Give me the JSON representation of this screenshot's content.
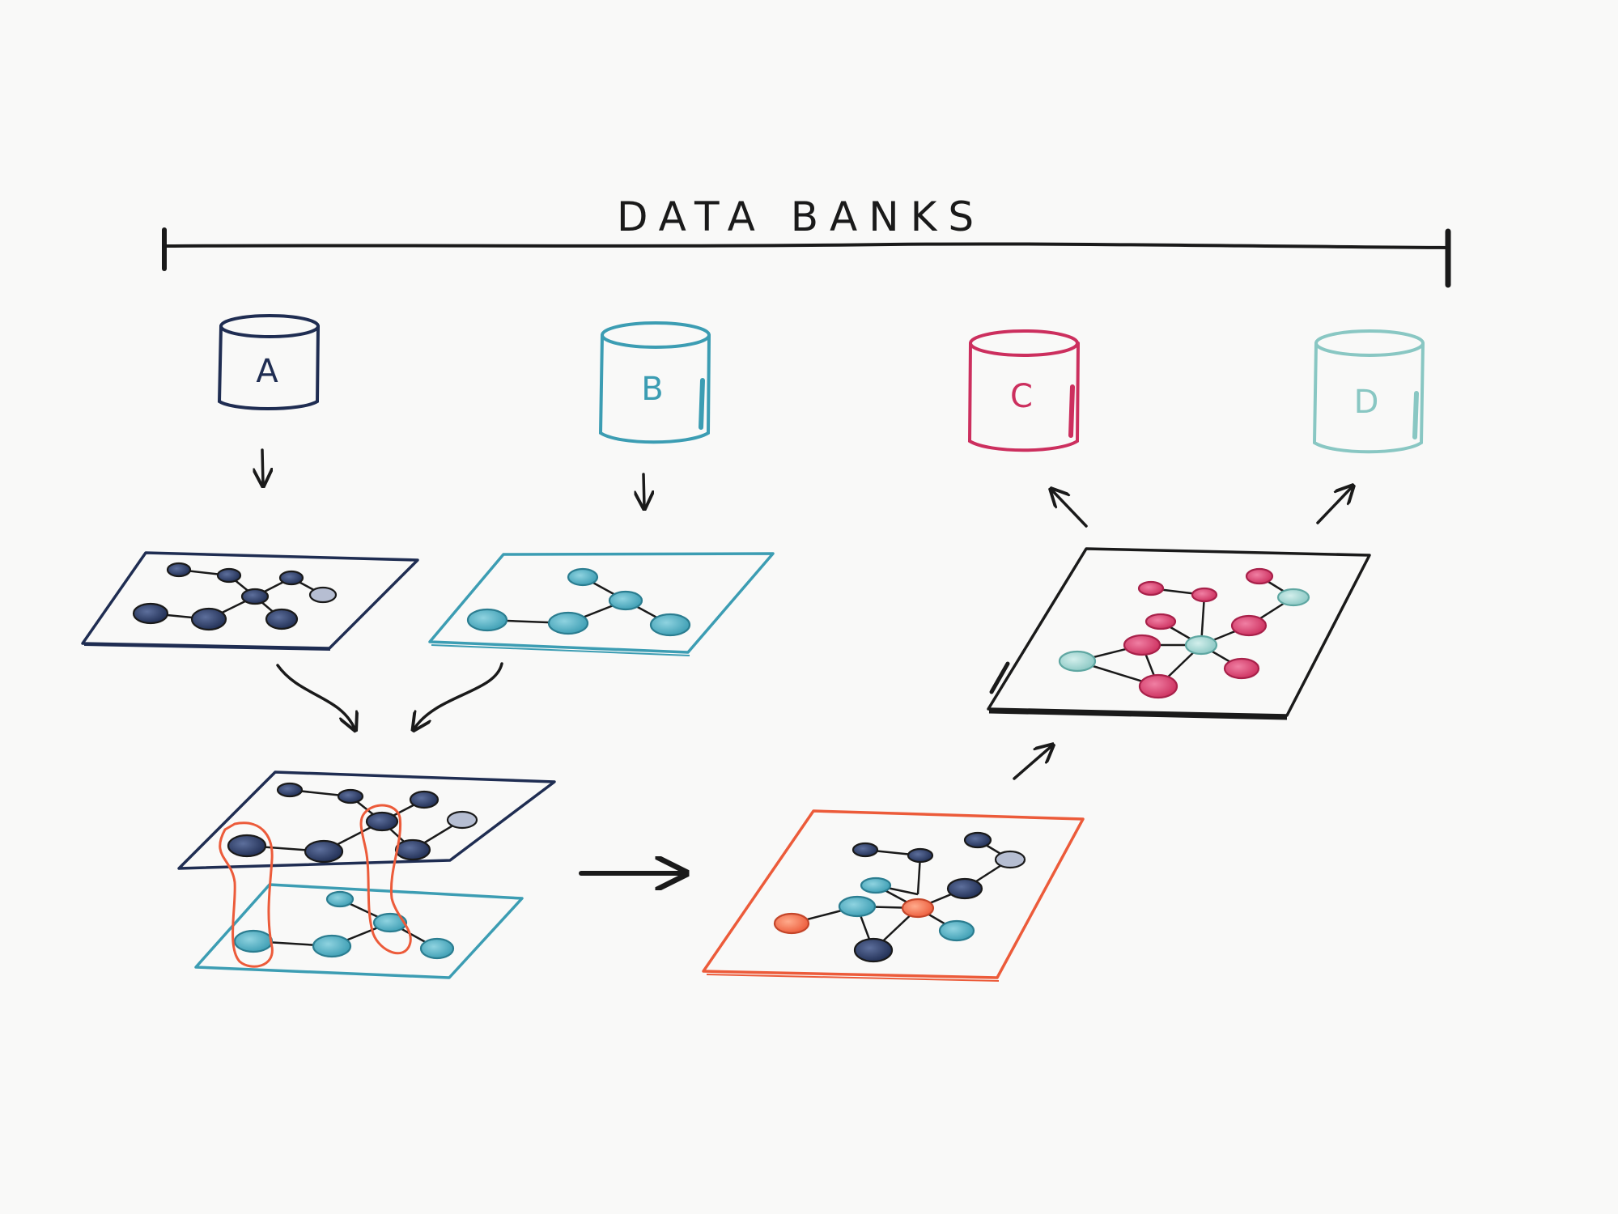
{
  "title": "DATA BANKS",
  "colors": {
    "ink": "#1a1a1a",
    "navy": "#1f2d52",
    "teal": "#3c9db3",
    "crimson": "#cc2f5e",
    "pale_teal": "#89c7c3",
    "orange": "#ec5b3a"
  },
  "data_banks": [
    {
      "label": "A",
      "color": "#1f2d52"
    },
    {
      "label": "B",
      "color": "#3c9db3"
    },
    {
      "label": "C",
      "color": "#cc2f5e"
    },
    {
      "label": "D",
      "color": "#89c7c3"
    }
  ],
  "layers": [
    {
      "id": "graph-layer-a",
      "description_color": "#1f2d52"
    },
    {
      "id": "graph-layer-b",
      "description_color": "#3c9db3"
    },
    {
      "id": "aligned-layer-top",
      "description_color": "#1f2d52"
    },
    {
      "id": "aligned-layer-bottom",
      "description_color": "#3c9db3"
    },
    {
      "id": "merged-layer",
      "description_color": "#ec5b3a"
    },
    {
      "id": "output-layer",
      "description_color": "#1a1a1a"
    }
  ]
}
